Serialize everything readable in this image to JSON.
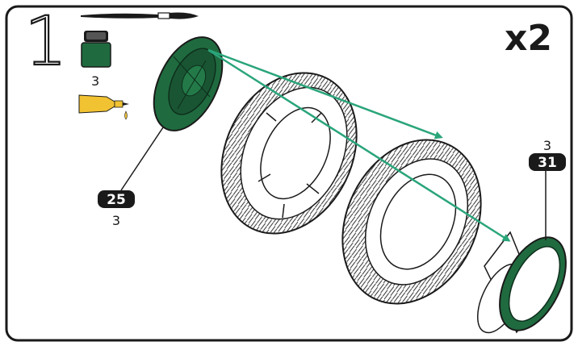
{
  "step": {
    "number": "1",
    "multiplier": "x2"
  },
  "paint": {
    "code": "3",
    "color": "#1f6b3f"
  },
  "glue": {
    "color": "#f1c232"
  },
  "parts": [
    {
      "id": "25",
      "paint_code": "3"
    },
    {
      "id": "31",
      "paint_code": "3"
    }
  ],
  "icons": [
    "paintbrush-icon",
    "paint-jar-icon",
    "glue-tube-icon"
  ],
  "colors": {
    "part_green": "#1f6b3f",
    "arrow": "#2aa57a",
    "badge": "#1a1a1a",
    "outline": "#1a1a1a"
  }
}
